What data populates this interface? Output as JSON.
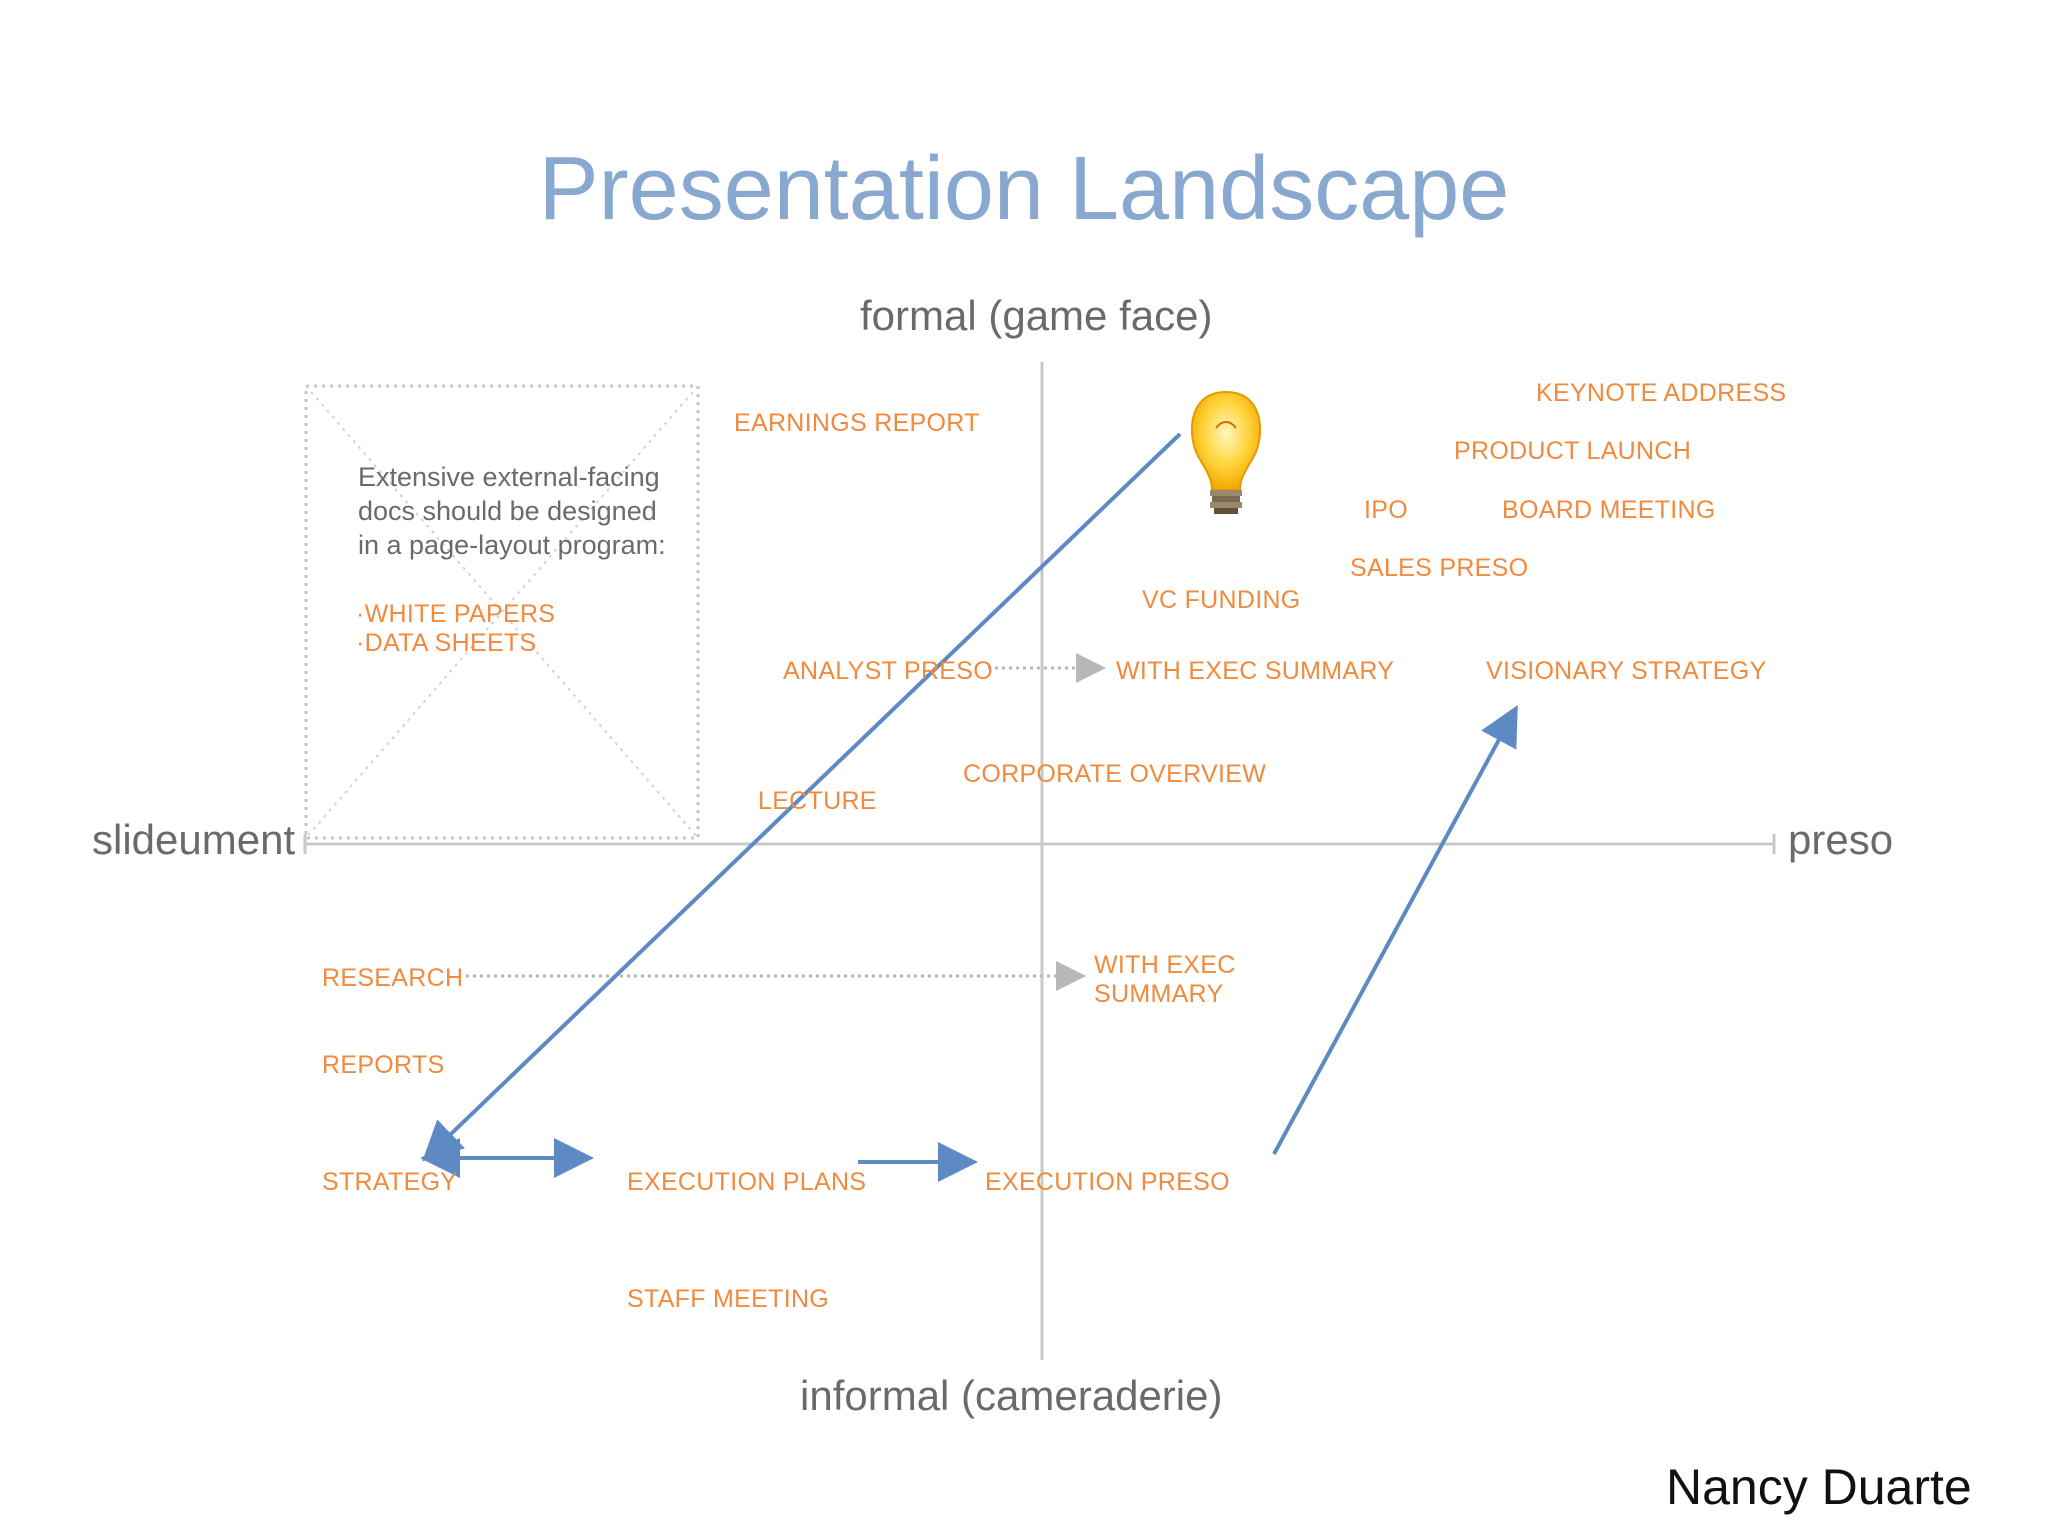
{
  "title": "Presentation Landscape",
  "axes": {
    "top": "formal (game face)",
    "bottom": "informal (cameraderie)",
    "left": "slideument",
    "right": "preso"
  },
  "note": {
    "lines": [
      "Extensive external-facing",
      "docs should be designed",
      "in a page-layout program:"
    ],
    "bullets": [
      "·WHITE PAPERS",
      "·DATA SHEETS"
    ]
  },
  "items": {
    "earnings_report": "EARNINGS REPORT",
    "keynote_address": "KEYNOTE ADDRESS",
    "product_launch": "PRODUCT LAUNCH",
    "ipo": "IPO",
    "board_meeting": "BOARD MEETING",
    "sales_preso": "SALES PRESO",
    "vc_funding": "VC FUNDING",
    "analyst_preso": "ANALYST PRESO",
    "with_exec_summary_top": "WITH EXEC SUMMARY",
    "visionary_strategy": "VISIONARY STRATEGY",
    "corporate_overview": "CORPORATE OVERVIEW",
    "lecture": "LECTURE",
    "research": "RESEARCH",
    "with_exec_summary_bottom_1": "WITH EXEC",
    "with_exec_summary_bottom_2": "SUMMARY",
    "reports": "REPORTS",
    "strategy": "STRATEGY",
    "execution_plans": "EXECUTION PLANS",
    "execution_preso": "EXECUTION PRESO",
    "staff_meeting": "STAFF MEETING"
  },
  "credit": "Nancy Duarte",
  "colors": {
    "title": "#88a8cf",
    "item_text": "#f08a3e",
    "axis_text": "#6a6a6a",
    "axis_line": "#c8c8c8",
    "arrow": "#5d8ac3",
    "dotted": "#b8b8b8"
  },
  "icons": [
    "lightbulb-icon"
  ]
}
